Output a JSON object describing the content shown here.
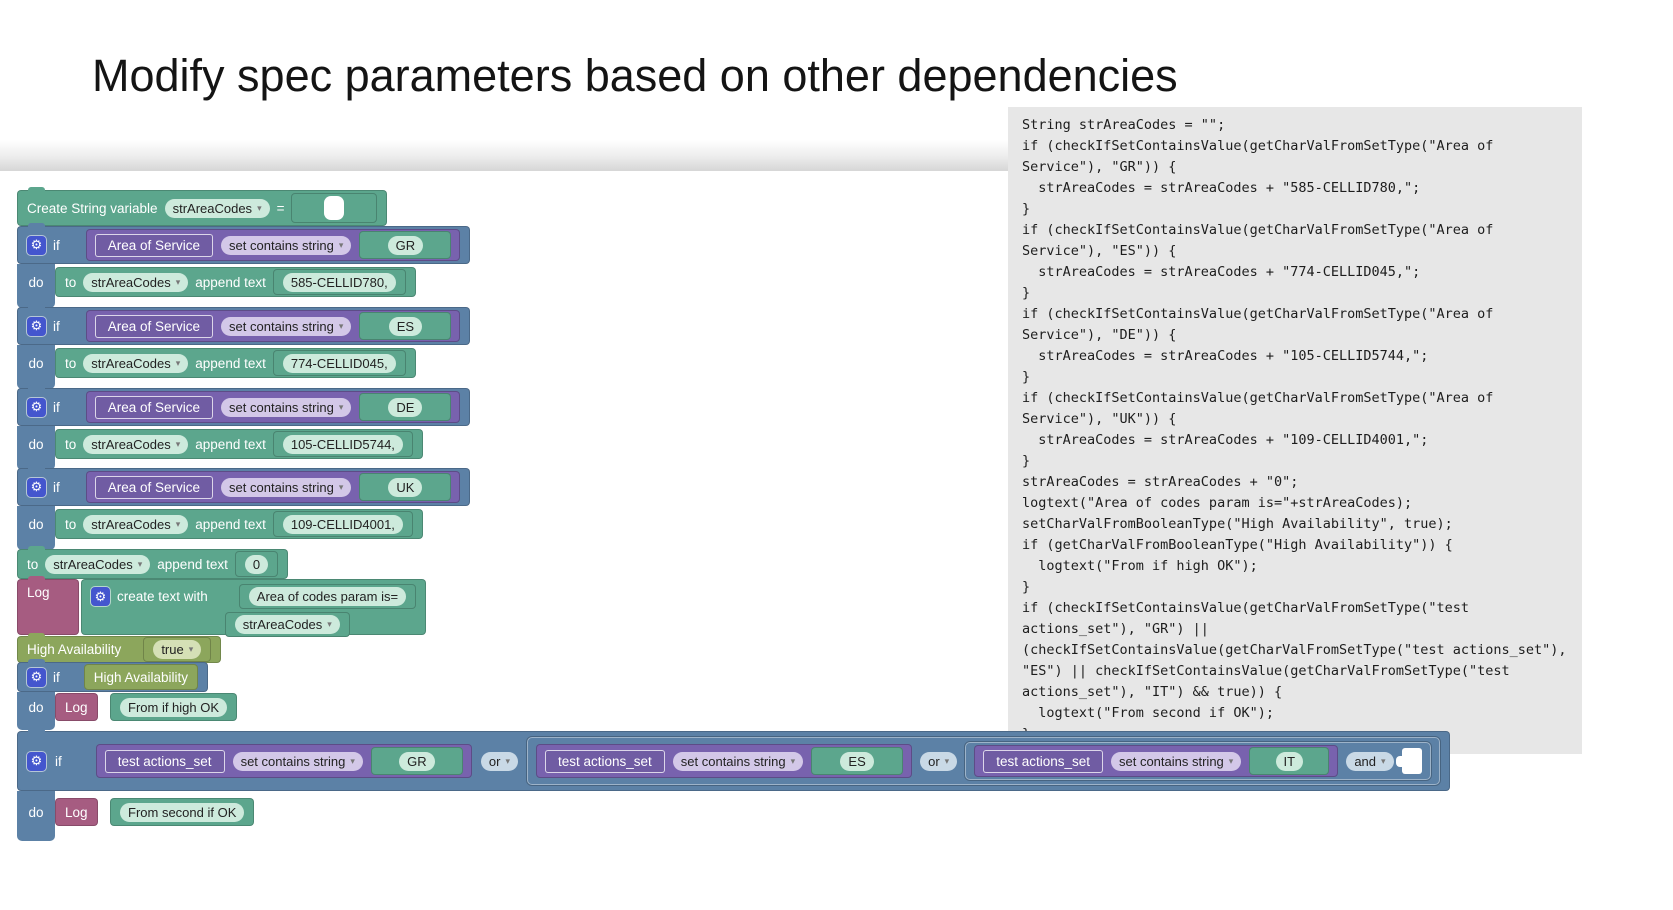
{
  "title": "Modify spec parameters based on other dependencies",
  "colors": {
    "logic_blue": "#5C81A6",
    "text_green": "#5CA68D",
    "set_purple": "#7862AE",
    "log_magenta": "#A65C81",
    "bool_olive": "#8CA65C",
    "gear_blue": "#4456CE",
    "code_bg": "#E7E7E7"
  },
  "workspace": {
    "if_label": "if",
    "do_label": "do",
    "to_label": "to",
    "append_label": "append text",
    "create_var": {
      "label": "Create String variable",
      "variable": "strAreaCodes",
      "equals": "="
    },
    "set_check_rows": [
      {
        "param": "Area of Service",
        "op": "set contains string",
        "value": "GR",
        "target": "strAreaCodes",
        "text": "585-CELLID780,"
      },
      {
        "param": "Area of Service",
        "op": "set contains string",
        "value": "ES",
        "target": "strAreaCodes",
        "text": "774-CELLID045,"
      },
      {
        "param": "Area of Service",
        "op": "set contains string",
        "value": "DE",
        "target": "strAreaCodes",
        "text": "105-CELLID5744,"
      },
      {
        "param": "Area of Service",
        "op": "set contains string",
        "value": "UK",
        "target": "strAreaCodes",
        "text": "109-CELLID4001,"
      }
    ],
    "append_zero": {
      "target": "strAreaCodes",
      "text": "0"
    },
    "log_create": {
      "log_label": "Log",
      "create_label": "create text with",
      "arg1": "Area of codes param is=",
      "arg2": "strAreaCodes"
    },
    "high_availability": {
      "param": "High Availability",
      "value": "true"
    },
    "if_high": {
      "cond": "High Availability",
      "log_label": "Log",
      "text": "From if high OK"
    },
    "second_if": {
      "log_label": "Log",
      "text": "From second if OK",
      "conds": [
        {
          "param": "test actions_set",
          "op": "set contains string",
          "value": "GR",
          "joiner": "or"
        },
        {
          "param": "test actions_set",
          "op": "set contains string",
          "value": "ES",
          "joiner": "or"
        },
        {
          "param": "test actions_set",
          "op": "set contains string",
          "value": "IT",
          "joiner": "and"
        }
      ]
    }
  },
  "code_panel": {
    "text": "String strAreaCodes = \"\";\nif (checkIfSetContainsValue(getCharValFromSetType(\"Area of\nService\"), \"GR\")) {\n  strAreaCodes = strAreaCodes + \"585-CELLID780,\";\n}\nif (checkIfSetContainsValue(getCharValFromSetType(\"Area of\nService\"), \"ES\")) {\n  strAreaCodes = strAreaCodes + \"774-CELLID045,\";\n}\nif (checkIfSetContainsValue(getCharValFromSetType(\"Area of\nService\"), \"DE\")) {\n  strAreaCodes = strAreaCodes + \"105-CELLID5744,\";\n}\nif (checkIfSetContainsValue(getCharValFromSetType(\"Area of\nService\"), \"UK\")) {\n  strAreaCodes = strAreaCodes + \"109-CELLID4001,\";\n}\nstrAreaCodes = strAreaCodes + \"0\";\nlogtext(\"Area of codes param is=\"+strAreaCodes);\nsetCharValFromBooleanType(\"High Availability\", true);\nif (getCharValFromBooleanType(\"High Availability\")) {\n  logtext(\"From if high OK\");\n}\nif (checkIfSetContainsValue(getCharValFromSetType(\"test\nactions_set\"), \"GR\") ||\n(checkIfSetContainsValue(getCharValFromSetType(\"test actions_set\"),\n\"ES\") || checkIfSetContainsValue(getCharValFromSetType(\"test\nactions_set\"), \"IT\") && true)) {\n  logtext(\"From second if OK\");\n}"
  }
}
